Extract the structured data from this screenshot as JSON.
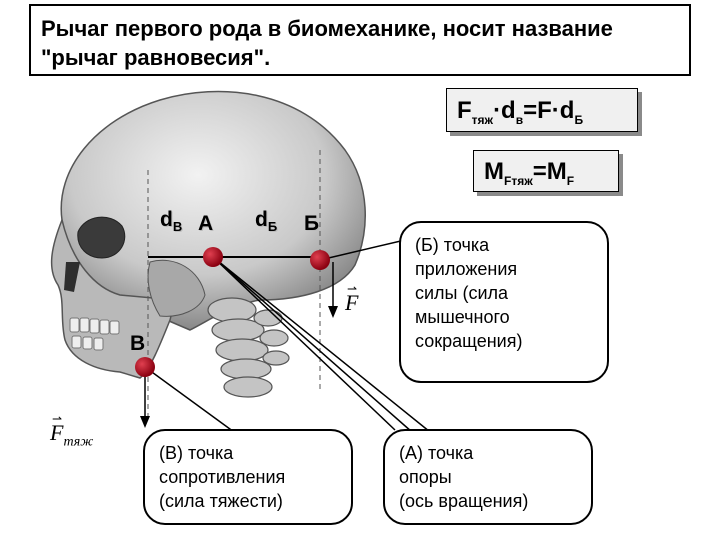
{
  "title": "Рычаг первого рода в биомеханике, носит название \"рычаг равновесия\".",
  "formulas": {
    "f1": {
      "a": "F",
      "a_sub": "тяж",
      "b": "·d",
      "b_sub": "в",
      "c": "=F·d",
      "c_sub": "Б"
    },
    "f2": {
      "a": "M",
      "a_sub": "Fтяж",
      "b": "=M",
      "b_sub": "F"
    }
  },
  "labels": {
    "d_v": "d",
    "d_v_sub": "В",
    "point_a": "А",
    "d_b": "d",
    "d_b_sub": "Б",
    "point_b": "Б",
    "point_v": "В"
  },
  "vectors": {
    "f": "F",
    "f_tyazh": "F",
    "f_tyazh_sub": "тяж"
  },
  "callouts": {
    "b": "(Б) точка\nприложения\nсилы (сила\nмышечного\nсокращения)",
    "v": "(В) точка\nсопротивления\n(сила тяжести)",
    "a": "(А) точка\nопоры\n(ось вращения)"
  },
  "colors": {
    "point": "#b01020",
    "bone": "#c8c8c8",
    "bone_dark": "#6a6a6a"
  }
}
